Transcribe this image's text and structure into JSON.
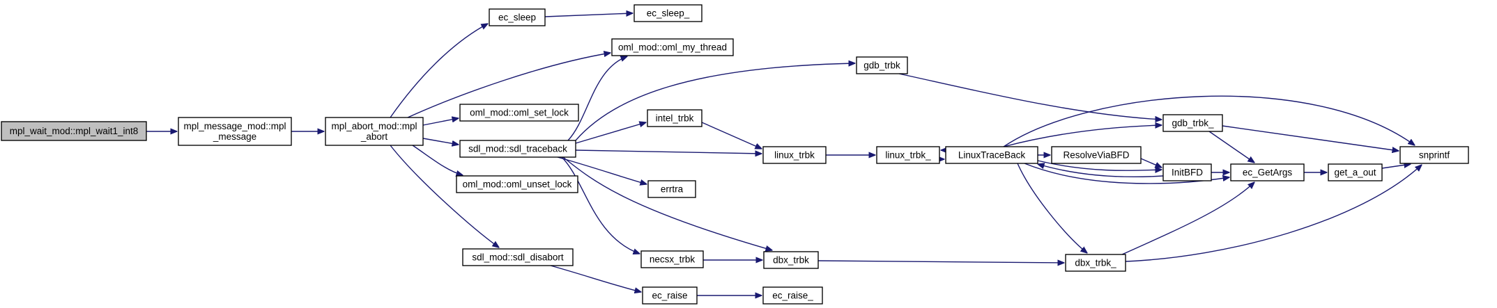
{
  "colors": {
    "edge": "#191970",
    "root_fill": "#bfbfbf",
    "node_fill": "#ffffff",
    "node_border": "#000000"
  },
  "nodes": {
    "n_wait": {
      "lines": [
        "mpl_wait_mod::mpl_wait1_int8"
      ],
      "root": true
    },
    "n_msg": {
      "lines": [
        "mpl_message_mod::mpl",
        "_message"
      ]
    },
    "n_abort": {
      "lines": [
        "mpl_abort_mod::mpl",
        "_abort"
      ]
    },
    "n_ecsleep": {
      "lines": [
        "ec_sleep"
      ]
    },
    "n_ecsleep_": {
      "lines": [
        "ec_sleep_"
      ]
    },
    "n_thread": {
      "lines": [
        "oml_mod::oml_my_thread"
      ]
    },
    "n_setlock": {
      "lines": [
        "oml_mod::oml_set_lock"
      ]
    },
    "n_traceback": {
      "lines": [
        "sdl_mod::sdl_traceback"
      ]
    },
    "n_unsetlock": {
      "lines": [
        "oml_mod::oml_unset_lock"
      ]
    },
    "n_disabort": {
      "lines": [
        "sdl_mod::sdl_disabort"
      ]
    },
    "n_gdb": {
      "lines": [
        "gdb_trbk"
      ]
    },
    "n_intel": {
      "lines": [
        "intel_trbk"
      ]
    },
    "n_errtra": {
      "lines": [
        "errtra"
      ]
    },
    "n_necsx": {
      "lines": [
        "necsx_trbk"
      ]
    },
    "n_ecraise": {
      "lines": [
        "ec_raise"
      ]
    },
    "n_ecraise_": {
      "lines": [
        "ec_raise_"
      ]
    },
    "n_linux": {
      "lines": [
        "linux_trbk"
      ]
    },
    "n_dbx": {
      "lines": [
        "dbx_trbk"
      ]
    },
    "n_linux_": {
      "lines": [
        "linux_trbk_"
      ]
    },
    "n_ltb": {
      "lines": [
        "LinuxTraceBack"
      ]
    },
    "n_resolve": {
      "lines": [
        "ResolveViaBFD"
      ]
    },
    "n_gdb_": {
      "lines": [
        "gdb_trbk_"
      ]
    },
    "n_initbfd": {
      "lines": [
        "InitBFD"
      ]
    },
    "n_dbx_": {
      "lines": [
        "dbx_trbk_"
      ]
    },
    "n_getargs": {
      "lines": [
        "ec_GetArgs"
      ]
    },
    "n_getaout": {
      "lines": [
        "get_a_out"
      ]
    },
    "n_snprintf": {
      "lines": [
        "snprintf"
      ]
    }
  }
}
